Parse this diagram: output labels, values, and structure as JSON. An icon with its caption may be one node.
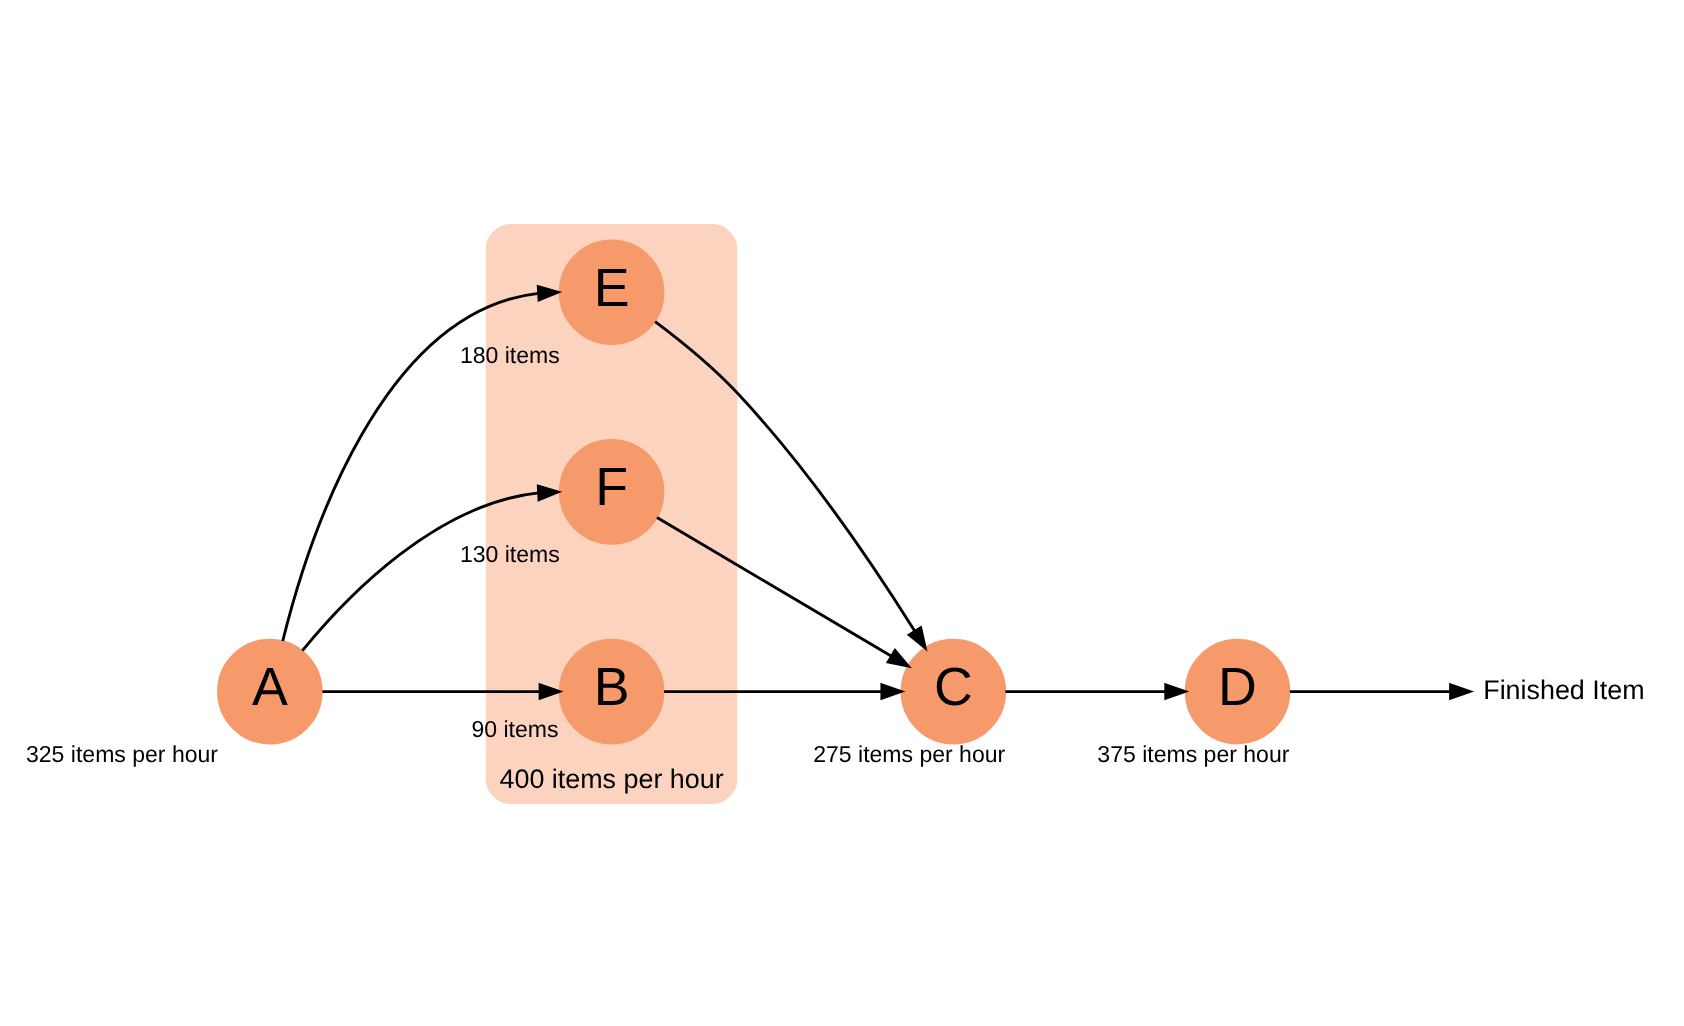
{
  "diagram": {
    "nodes": [
      {
        "text": [
          "A"
        ],
        "beside": [
          "325 items per hour"
        ]
      },
      {
        "text": [
          "400 items per hour"
        ]
      },
      {
        "text": [
          "E"
        ],
        "in": 1,
        "beside": [
          "180 items"
        ]
      },
      {
        "text": [
          "F"
        ],
        "in": 1,
        "beside": [
          "130 items"
        ]
      },
      {
        "text": [
          "B"
        ],
        "in": 1,
        "beside": [
          "90 items"
        ]
      },
      {
        "text": [
          "C"
        ],
        "beside": [
          "275 items per hour"
        ]
      },
      {
        "text": [
          "D"
        ],
        "beside": [
          "375 items per hour"
        ]
      },
      {
        "text": [
          "Finished Item"
        ]
      }
    ],
    "edges": [
      {
        "from": 0,
        "to": 2,
        "arrow": "to"
      },
      {
        "from": 0,
        "to": 3,
        "arrow": "to"
      },
      {
        "from": 0,
        "to": 4,
        "arrow": "to"
      },
      {
        "from": 2,
        "to": 5,
        "arrow": "to"
      },
      {
        "from": 3,
        "to": 5,
        "arrow": "to"
      },
      {
        "from": 4,
        "to": 5,
        "arrow": "to"
      },
      {
        "from": 5,
        "to": 6,
        "arrow": "to"
      },
      {
        "from": 6,
        "to": 7,
        "arrow": "to"
      }
    ]
  }
}
